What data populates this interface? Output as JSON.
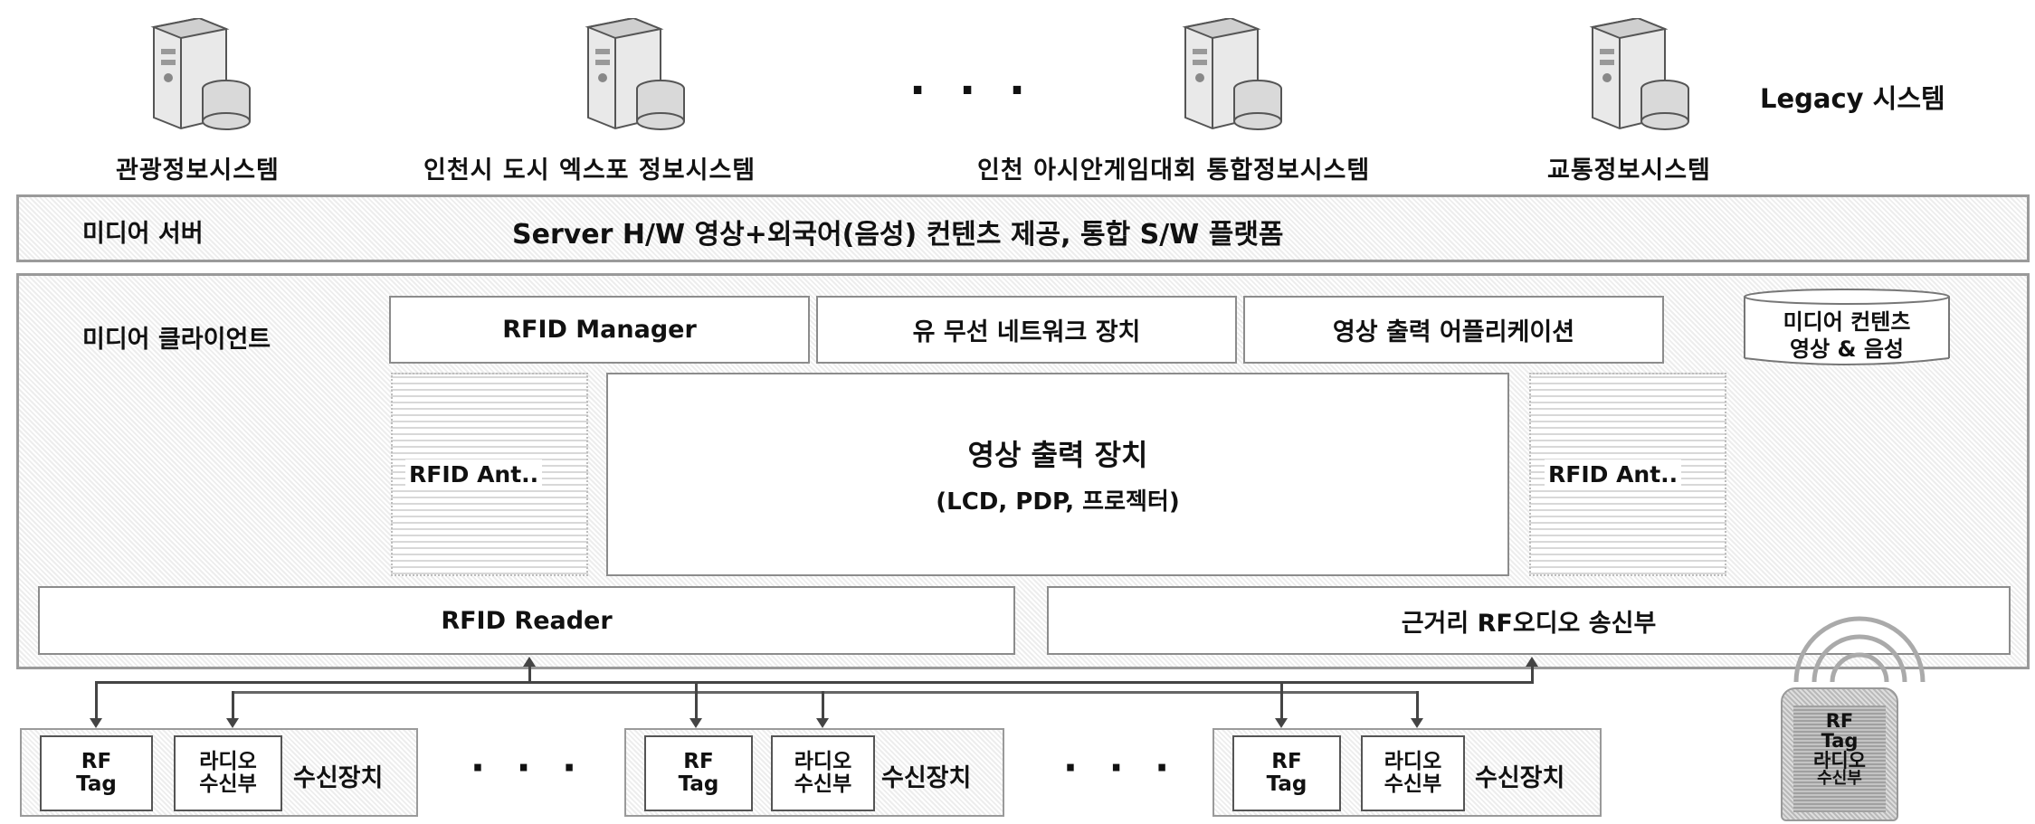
{
  "legacy": {
    "title": "Legacy 시스템",
    "dots": "· · ·",
    "systems": [
      {
        "label": "관광정보시스템"
      },
      {
        "label": "인천시 도시 엑스포 정보시스템"
      },
      {
        "label": "인천 아시안게임대회 통합정보시스템"
      },
      {
        "label": "교통정보시스템"
      }
    ]
  },
  "media_server": {
    "label": "미디어 서버",
    "description": "Server H/W 영상+외국어(음성) 컨텐츠 제공, 통합 S/W 플랫폼"
  },
  "media_client": {
    "label": "미디어 클라이언트",
    "modules": {
      "rfid_manager": "RFID Manager",
      "network": "유 무선 네트워크 장치",
      "video_app": "영상 출력 어플리케이션"
    },
    "storage": {
      "line1": "미디어 컨텐츠",
      "line2": "영상 & 음성"
    },
    "antenna_left": "RFID Ant..",
    "antenna_right": "RFID Ant..",
    "display": {
      "title": "영상 출력 장치",
      "subtitle": "(LCD, PDP, 프로젝터)"
    },
    "rfid_reader": "RFID Reader",
    "rf_audio_tx": "근거리 RF오디오 송신부"
  },
  "receivers": {
    "tag_line1": "RF",
    "tag_line2": "Tag",
    "radio_line1": "라디오",
    "radio_line2": "수신부",
    "device_label": "수신장치",
    "dots": "· · ·"
  },
  "handheld": {
    "line1": "RF",
    "line2": "Tag",
    "line3": "라디오",
    "line4": "수신부"
  }
}
